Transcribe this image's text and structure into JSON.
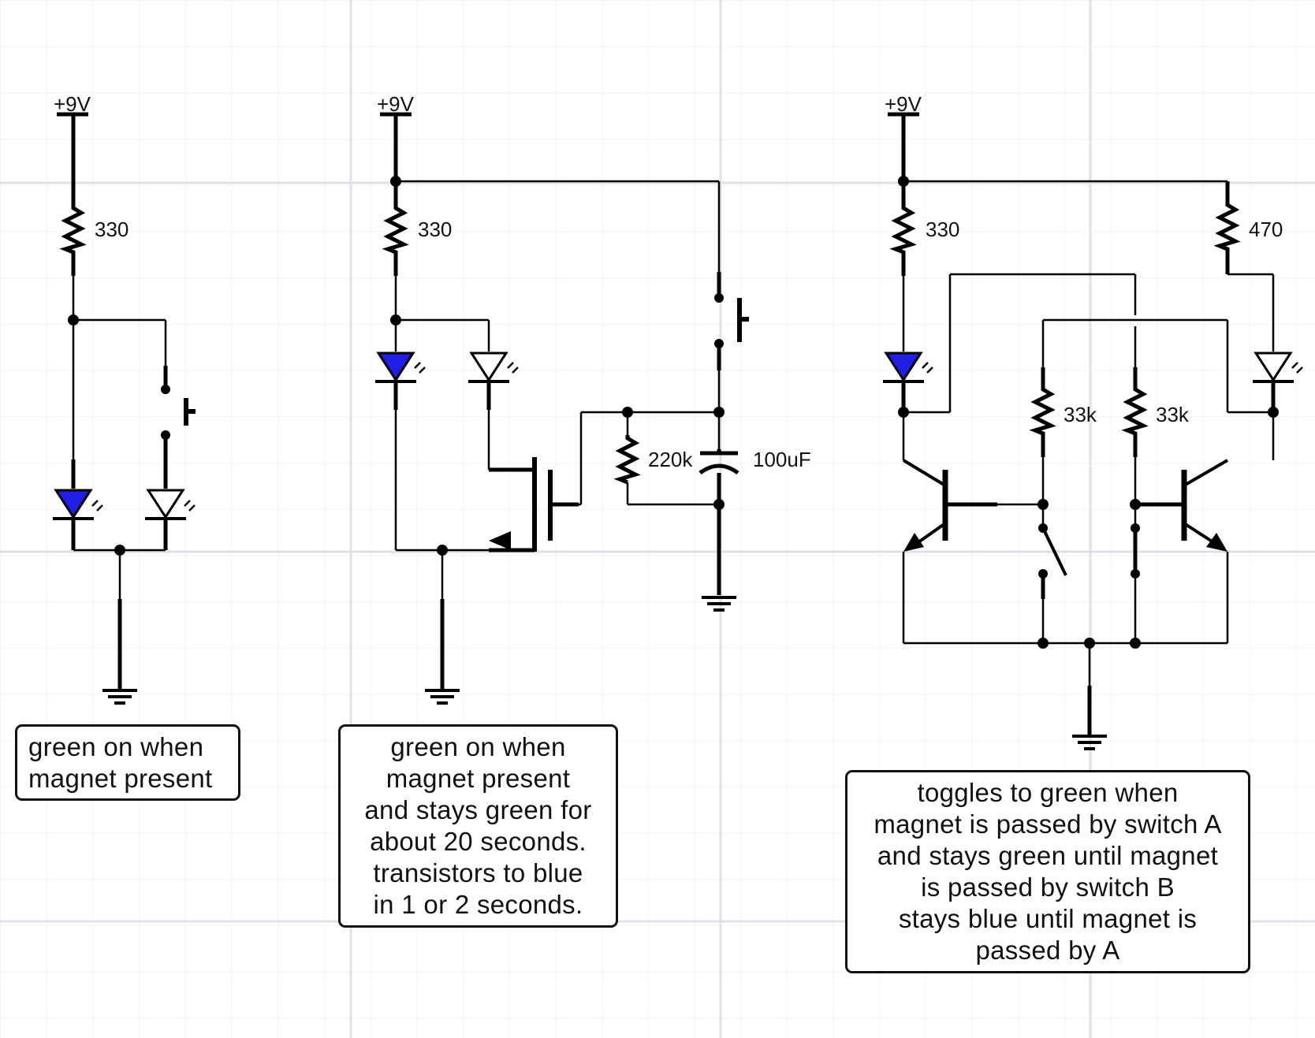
{
  "colors": {
    "led_on": "#1f1fe6",
    "wire": "#000000",
    "grid_minor": "#f0f0f4",
    "grid_major": "#dfdfe8"
  },
  "circuit1": {
    "supply": "+9V",
    "resistor": "330",
    "note": [
      "green on when",
      "magnet present"
    ]
  },
  "circuit2": {
    "supply": "+9V",
    "resistor": "330",
    "resistor2": "220k",
    "capacitor": "100uF",
    "note": [
      "green on when",
      "magnet present",
      "and stays green for",
      "about 20 seconds.",
      "transistors to blue",
      "in 1 or 2 seconds."
    ]
  },
  "circuit3": {
    "supply": "+9V",
    "resistor_left": "330",
    "resistor_right": "470",
    "base_resistor_a": "33k",
    "base_resistor_b": "33k",
    "note": [
      "toggles to green when",
      "magnet is passed by switch A",
      "and stays green until magnet",
      "is passed by switch B",
      "stays blue until magnet is",
      "passed by A"
    ]
  }
}
